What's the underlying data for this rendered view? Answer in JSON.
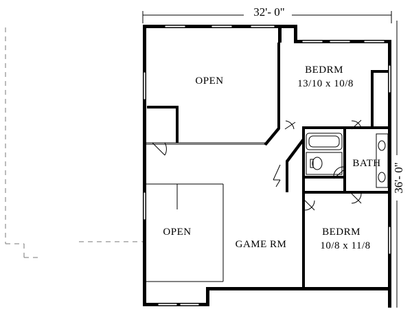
{
  "plan": {
    "dimensions": {
      "width": "32'- 0\"",
      "depth": "36'- 0\""
    },
    "rooms": {
      "open_top": {
        "name": "OPEN"
      },
      "bedroom_1": {
        "name": "BEDRM",
        "size": "13/10 x 10/8"
      },
      "bath": {
        "name": "BATH"
      },
      "open_bottom": {
        "name": "OPEN"
      },
      "game_room": {
        "name": "GAME RM"
      },
      "bedroom_2": {
        "name": "BEDRM",
        "size": "10/8 x 11/8"
      }
    }
  }
}
